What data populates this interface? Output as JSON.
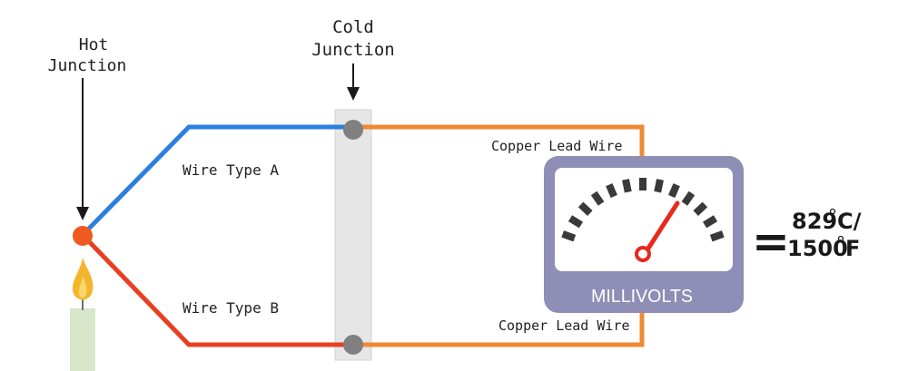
{
  "labels": {
    "hot_junction_line1": "Hot",
    "hot_junction_line2": "Junction",
    "cold_junction_line1": "Cold",
    "cold_junction_line2": "Junction",
    "wire_a": "Wire Type A",
    "wire_b": "Wire Type B",
    "copper_top": "Copper Lead Wire",
    "copper_bottom": "Copper Lead Wire"
  },
  "meter": {
    "label": "MILLIVOLTS"
  },
  "result": {
    "equals": "=",
    "celsius_value": "829",
    "celsius_unit": "C/",
    "fahrenheit_value": "1500",
    "fahrenheit_unit": "F"
  },
  "colors": {
    "wire_a": "#2b7fe0",
    "wire_b": "#e83f22",
    "copper": "#ef8a33",
    "hot_junction": "#ef5a22",
    "meter_frame": "#8e8eb6",
    "terminal_block": "#e6e6e6",
    "candle_body": "#d7e6c8",
    "flame": "#f3b52d"
  },
  "icons": {
    "hot_arrow": "arrow-down-icon",
    "cold_arrow": "arrow-down-icon",
    "flame": "flame-icon",
    "gauge": "gauge-icon"
  }
}
